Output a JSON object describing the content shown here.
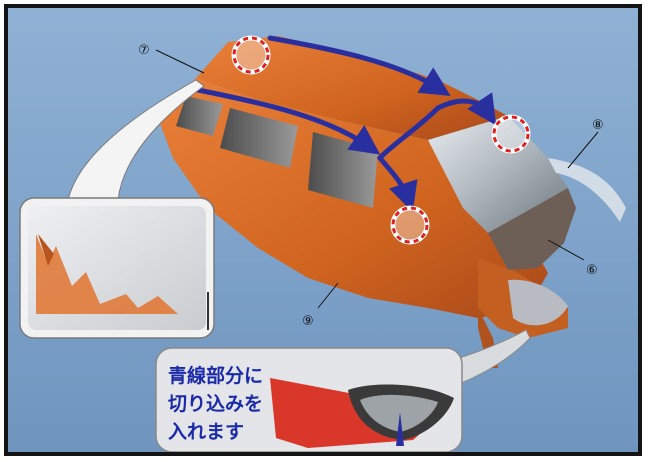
{
  "labels": {
    "part_6": "⑥",
    "part_7": "⑦",
    "part_8": "⑧",
    "part_9": "⑨"
  },
  "callout": {
    "line1": "青線部分に",
    "line2": "切り込みを",
    "line3": "入れます"
  },
  "colors": {
    "background": "#7ea2c8",
    "body": "#d86c28",
    "cut_line": "#2a2fa0",
    "marker": "#e02020",
    "frame": "#141414"
  },
  "icons": {
    "markers": "dashed-circle",
    "arrows": "curved-arrow"
  }
}
